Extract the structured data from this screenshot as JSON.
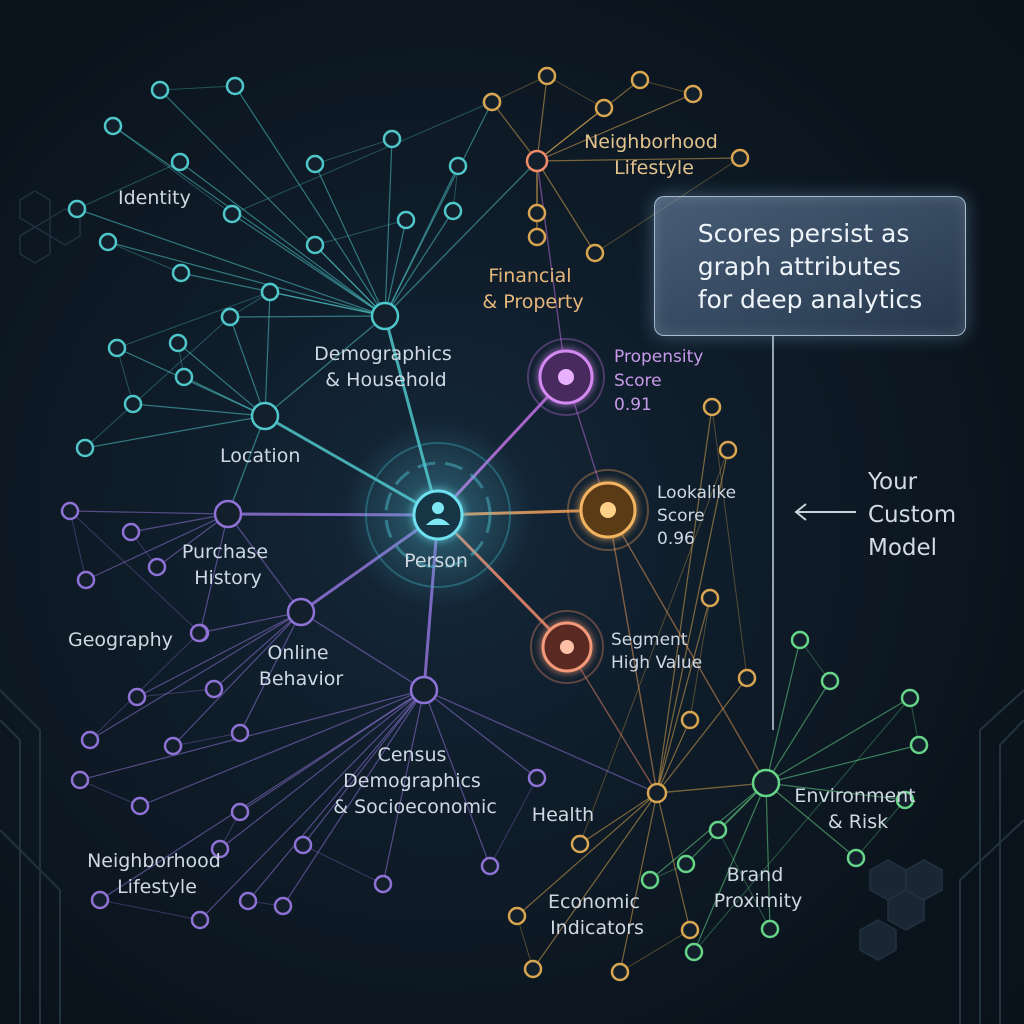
{
  "colors": {
    "teal": "#4fc6c9",
    "purple": "#8f72d6",
    "gold": "#d8a550",
    "green": "#66d487",
    "magenta": "#c070e0",
    "orange": "#f2a05a",
    "salmon": "#f28a6a",
    "center": "#58d3e6"
  },
  "center_node": {
    "label": "Person",
    "icon": "person-icon"
  },
  "categories": {
    "identity": "Identity",
    "neighborhood_top": [
      "Neighborhood",
      "Lifestyle"
    ],
    "financial": [
      "Financial",
      "& Property"
    ],
    "demographics": [
      "Demographics",
      "& Household"
    ],
    "location": "Location",
    "purchase": [
      "Purchase",
      "History"
    ],
    "geography": "Geography",
    "online": [
      "Online",
      "Behavior"
    ],
    "census": [
      "Census",
      "Demographics",
      "& Socioeconomic"
    ],
    "health": "Health",
    "neighborhood_bottom": [
      "Neighborhood",
      "Lifestyle"
    ],
    "economic": [
      "Economic",
      "Indicators"
    ],
    "brand": [
      "Brand",
      "Proximity"
    ],
    "environment": [
      "Environment",
      "& Risk"
    ]
  },
  "scores": {
    "propensity": [
      "Propensity",
      "Score",
      "0.91"
    ],
    "lookalike": [
      "Lookalike",
      "Score",
      "0.96"
    ],
    "segment": [
      "Segment",
      "High Value"
    ]
  },
  "callout": [
    "Scores persist as",
    "graph attributes",
    "for deep analytics"
  ],
  "custom_model": [
    "Your",
    "Custom",
    "Model"
  ],
  "arrow_icon": "arrow-left-icon"
}
